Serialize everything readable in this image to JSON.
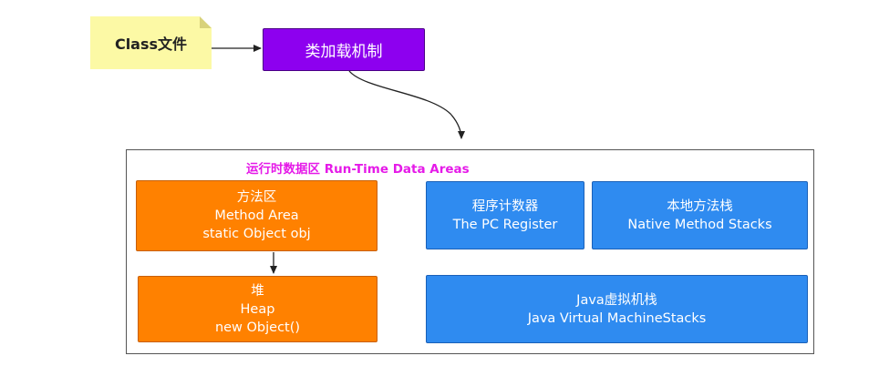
{
  "note": {
    "label": "Class文件"
  },
  "loader": {
    "label": "类加载机制"
  },
  "runtime_area": {
    "title": "运行时数据区 Run-Time Data Areas"
  },
  "method_area": {
    "line1": "方法区",
    "line2": "Method Area",
    "line3": "static Object obj"
  },
  "pc_register": {
    "line1": "程序计数器",
    "line2": "The PC Register"
  },
  "native_stacks": {
    "line1": "本地方法栈",
    "line2": "Native Method Stacks"
  },
  "heap": {
    "line1": "堆",
    "line2": "Heap",
    "line3": "new Object()"
  },
  "jvm_stacks": {
    "line1": "Java虚拟机栈",
    "line2": "Java Virtual MachineStacks"
  },
  "colors": {
    "note_bg": "#fcf9a5",
    "loader_bg": "#8d00ef",
    "title_text": "#e51ae8",
    "orange_box": "#ff8100",
    "blue_box": "#2f8bf0"
  }
}
